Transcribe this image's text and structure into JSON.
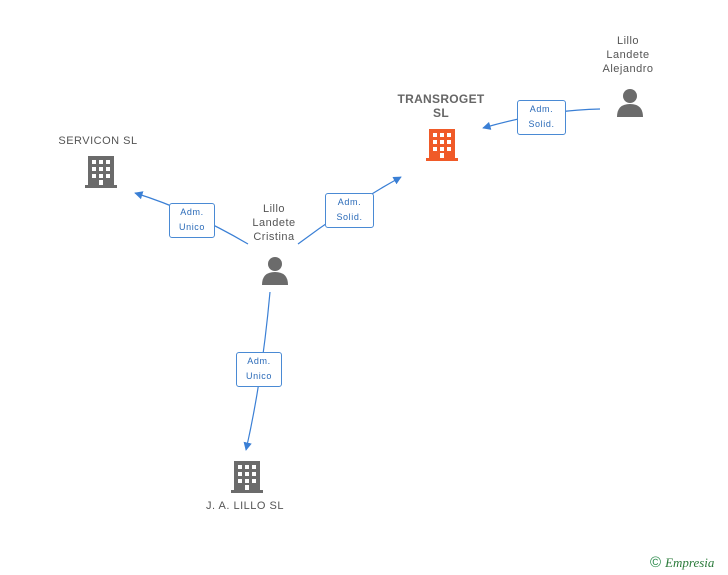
{
  "nodes": {
    "transroget": {
      "line1": "TRANSROGET",
      "line2": "SL",
      "color": "#f05a28"
    },
    "servicon": {
      "label": "SERVICON SL",
      "color": "#6b6b6b"
    },
    "jalillo": {
      "label": "J. A. LILLO SL",
      "color": "#6b6b6b"
    },
    "cristina": {
      "line1": "Lillo",
      "line2": "Landete",
      "line3": "Cristina",
      "color": "#6b6b6b"
    },
    "alejandro": {
      "line1": "Lillo",
      "line2": "Landete",
      "line3": "Alejandro",
      "color": "#6b6b6b"
    }
  },
  "relations": {
    "alejandro_transroget": {
      "line1": "Adm.",
      "line2": "Solid."
    },
    "cristina_transroget": {
      "line1": "Adm.",
      "line2": "Solid."
    },
    "cristina_servicon": {
      "line1": "Adm.",
      "line2": "Unico"
    },
    "cristina_jalillo": {
      "line1": "Adm.",
      "line2": "Unico"
    }
  },
  "footer": {
    "copyright_symbol": "©",
    "brand": "Empresia"
  },
  "colors": {
    "edge": "#3a7fd5"
  }
}
